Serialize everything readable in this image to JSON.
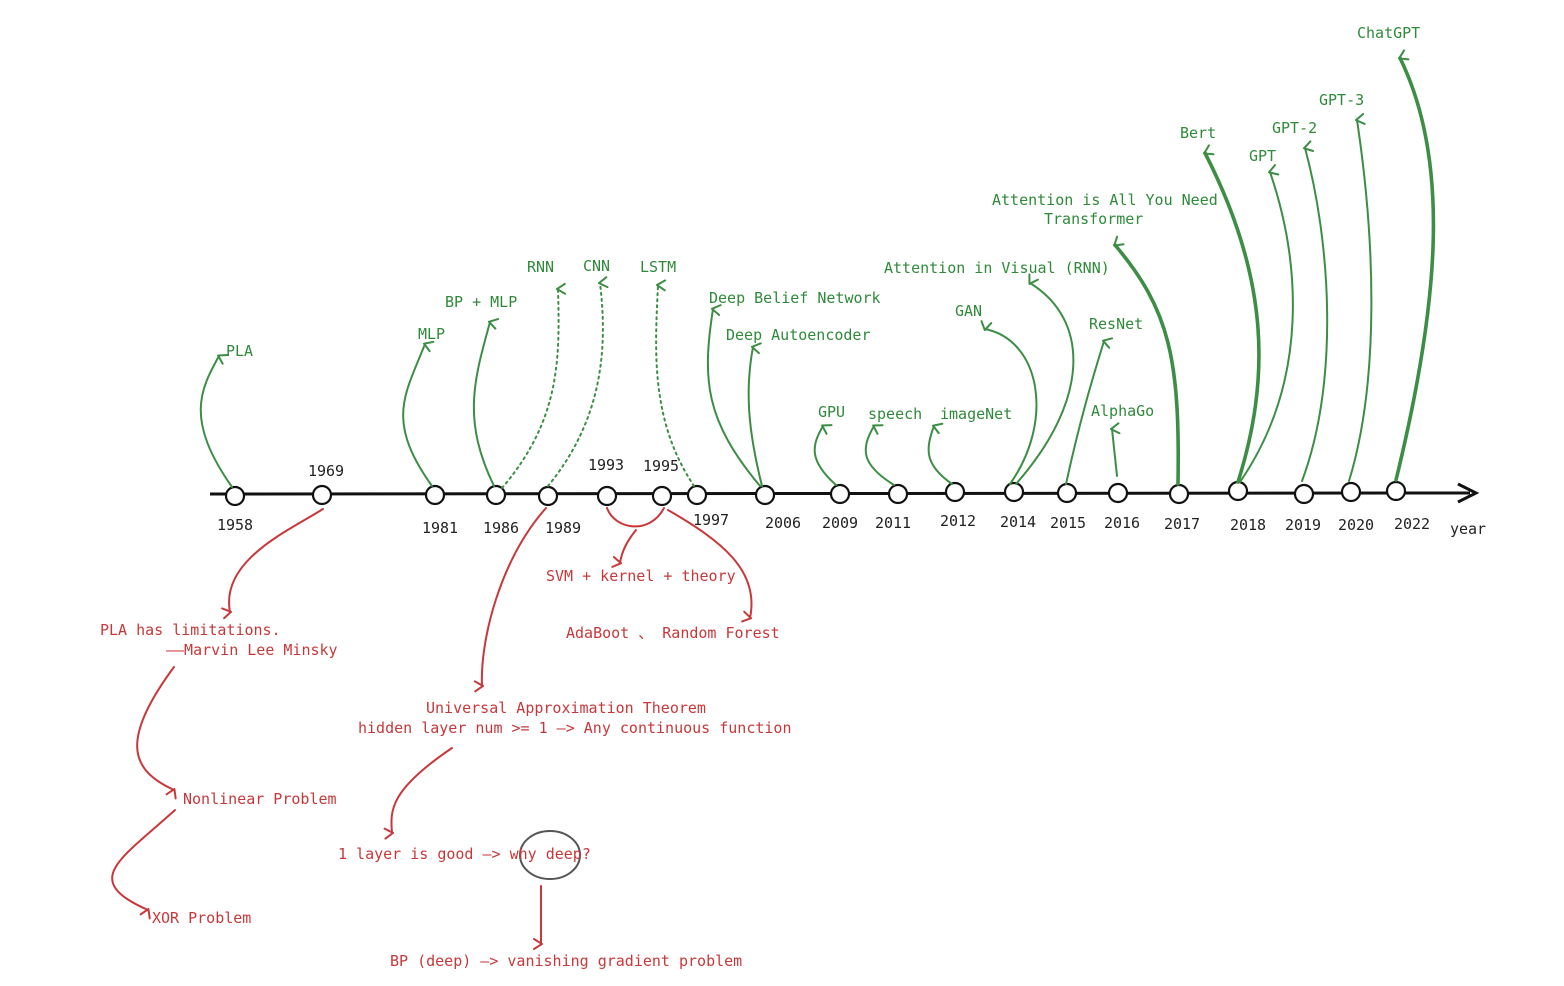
{
  "timeline": {
    "axis_label": "year",
    "years": [
      "1958",
      "1969",
      "1981",
      "1986",
      "1989",
      "1993",
      "1995",
      "1997",
      "2006",
      "2009",
      "2011",
      "2012",
      "2014",
      "2015",
      "2016",
      "2017",
      "2018",
      "2019",
      "2020",
      "2022"
    ]
  },
  "milestones": {
    "pla": "PLA",
    "mlp": "MLP",
    "bp_mlp": "BP + MLP",
    "rnn": "RNN",
    "cnn": "CNN",
    "lstm": "LSTM",
    "dbn": "Deep Belief Network",
    "dae": "Deep Autoencoder",
    "gpu": "GPU",
    "speech": "speech",
    "imagenet": "imageNet",
    "gan": "GAN",
    "attn_visual": "Attention in Visual (RNN)",
    "attn_need": "Attention is All You Need",
    "transformer": "Transformer",
    "resnet": "ResNet",
    "alphago": "AlphaGo",
    "bert": "Bert",
    "gpt": "GPT",
    "gpt2": "GPT-2",
    "gpt3": "GPT-3",
    "chatgpt": "ChatGPT"
  },
  "setbacks": {
    "pla_limit": "PLA has limitations.",
    "minsky": "——Marvin Lee Minsky",
    "nonlinear": "Nonlinear Problem",
    "xor": "XOR Problem",
    "uat1": "Universal Approximation Theorem",
    "uat2": "hidden layer num >= 1 —> Any continuous function",
    "one_layer": "1 layer is good —> why deep?",
    "bp_deep": "BP (deep) —> vanishing gradient problem",
    "svm": "SVM + kernel + theory",
    "adaboost": "AdaBoot 、 Random Forest"
  },
  "colors": {
    "progress": "#2f8a3a",
    "setback": "#c8383a",
    "axis": "#111111"
  }
}
